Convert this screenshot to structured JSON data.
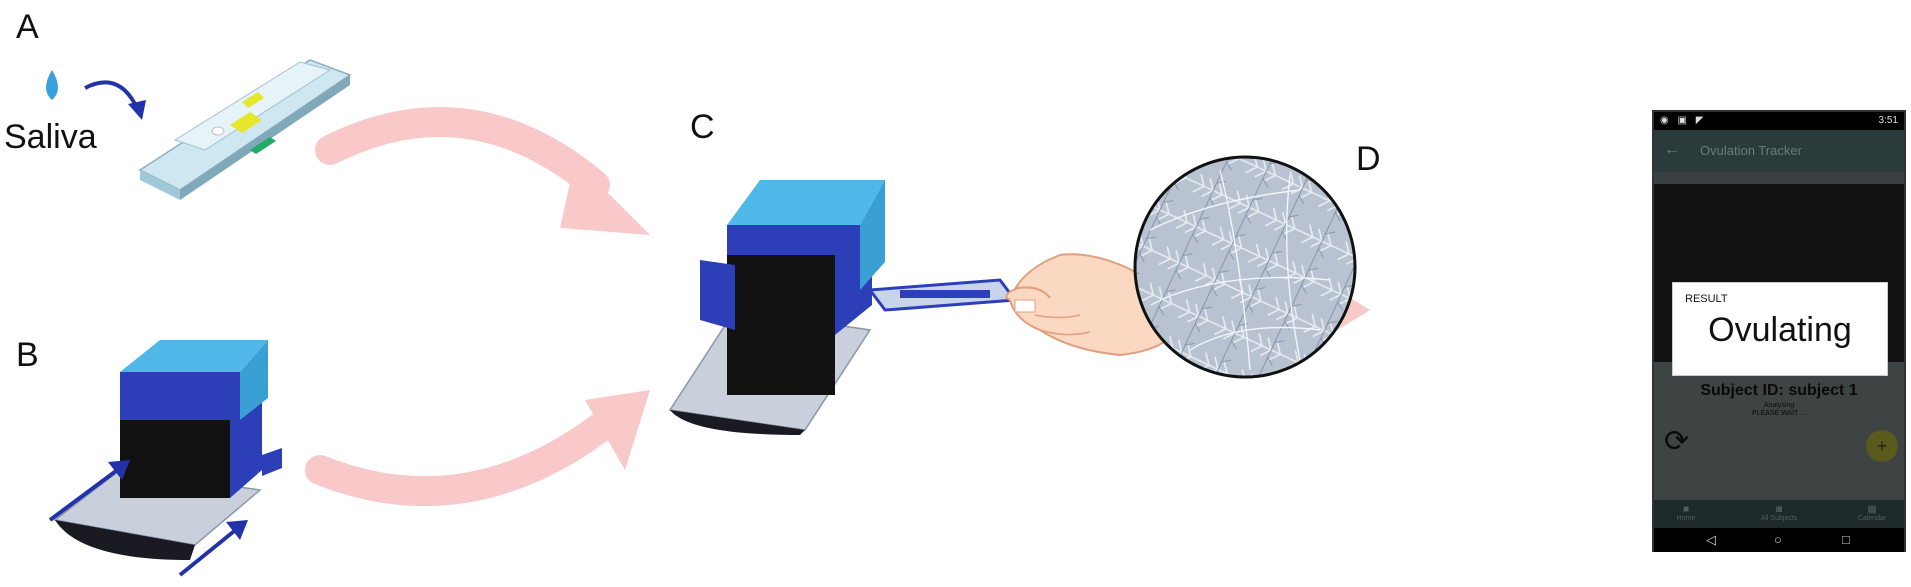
{
  "labels": {
    "a": "A",
    "b": "B",
    "c": "C",
    "d": "D"
  },
  "saliva": "Saliva",
  "phone": {
    "status_time": "3:51",
    "app_title": "Ovulation Tracker",
    "result_label": "RESULT",
    "result_value": "Ovulating",
    "subject": "Subject ID:  subject 1",
    "analysing": "Analysing",
    "please_wait": "PLEASE WAIT ...",
    "nav": [
      "Home",
      "All Subjects",
      "Calendar"
    ]
  },
  "colors": {
    "device_cyan": "#4fb8e8",
    "device_blue": "#2c3fb8",
    "device_black": "#111111",
    "device_base": "#c9d0dc",
    "flow_arrow": "#f9c9c9",
    "pointer_arrow": "#2233aa",
    "drop": "#3aa0dc",
    "chip_yellow": "#e6e62a",
    "chip_green": "#1faa66",
    "skin": "#fbd8c2",
    "skin_line": "#e0a080",
    "fern_bg": "#b8c2d0"
  }
}
